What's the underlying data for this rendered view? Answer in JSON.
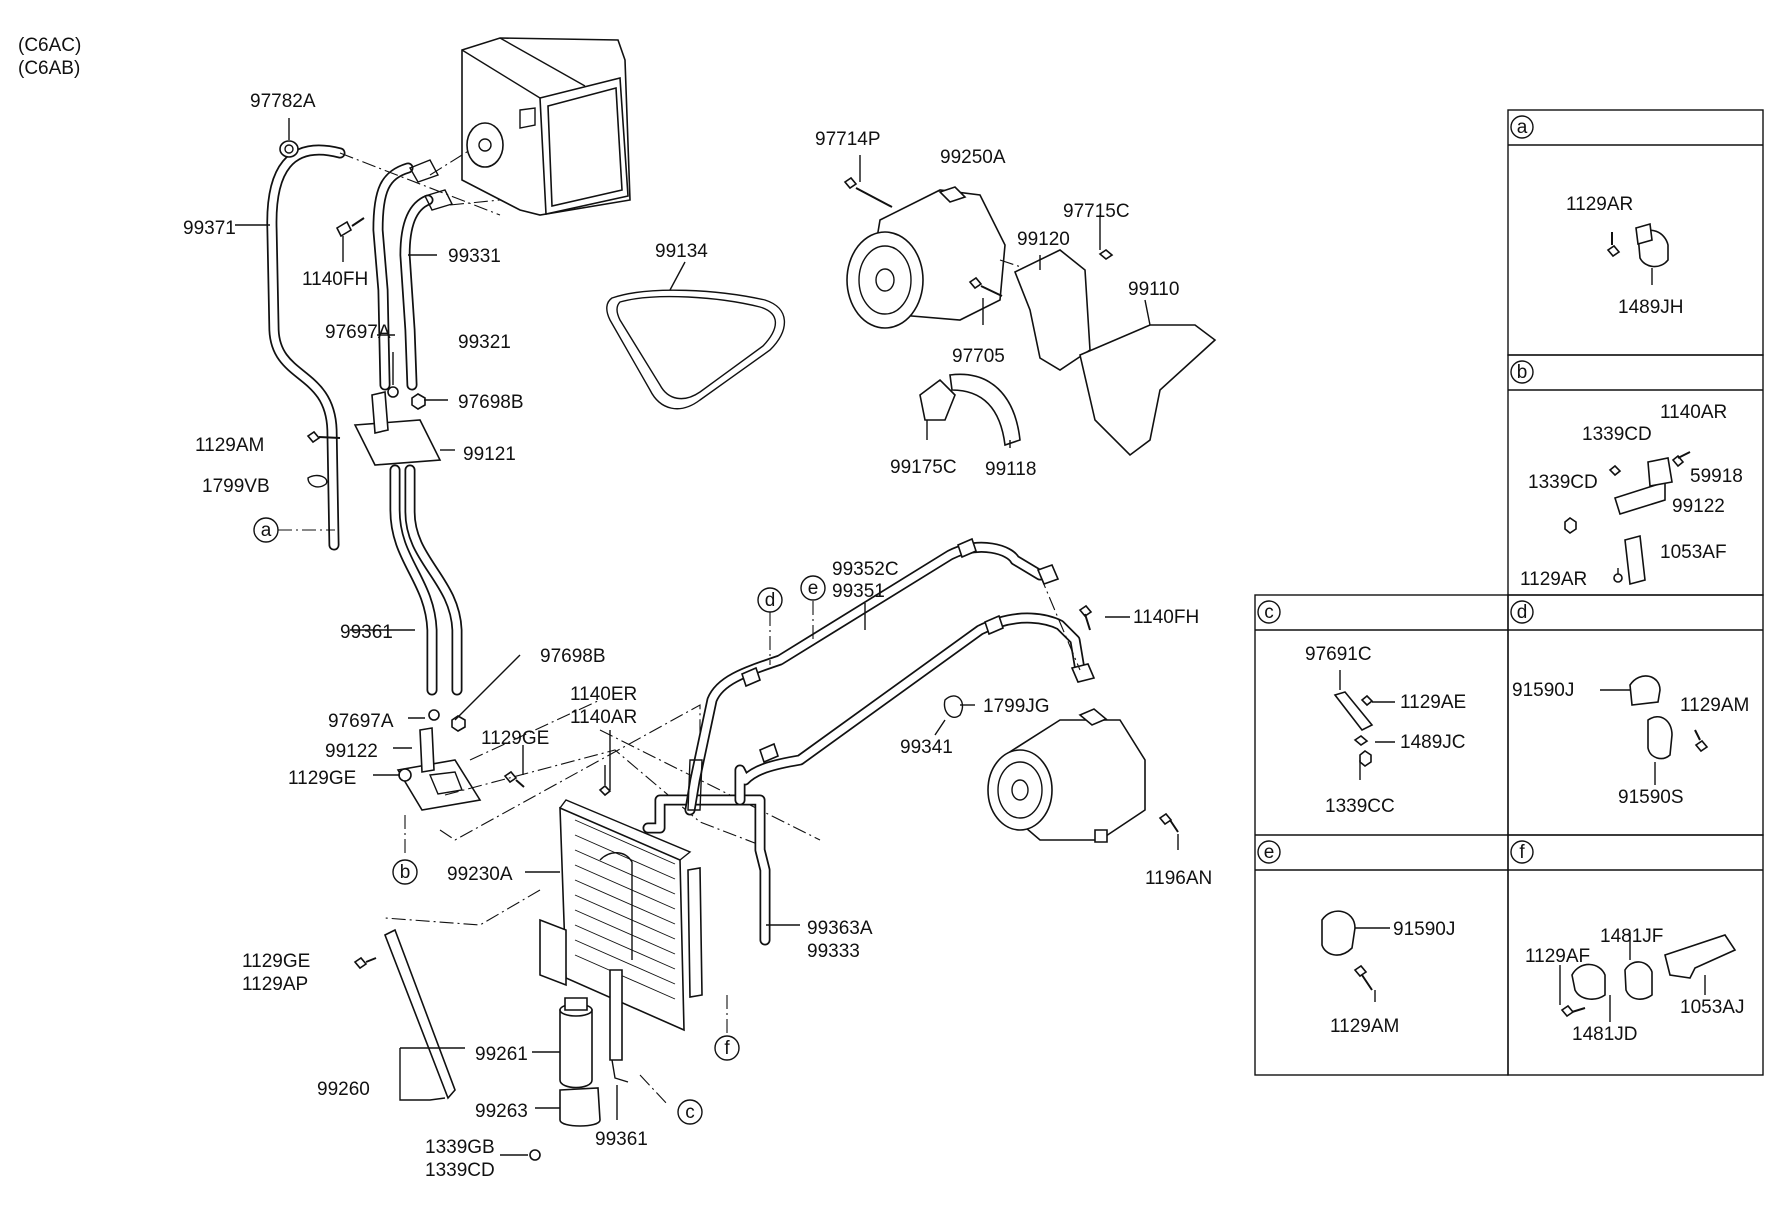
{
  "models": [
    "(C6AC)",
    "(C6AB)"
  ],
  "labels": {
    "l_97782A": "97782A",
    "l_99371": "99371",
    "l_1140FH_top": "1140FH",
    "l_99331": "99331",
    "l_97697A_top": "97697A",
    "l_99321": "99321",
    "l_97698B_top": "97698B",
    "l_1129AM": "1129AM",
    "l_99121": "99121",
    "l_1799VB": "1799VB",
    "l_99361_upper": "99361",
    "l_97698B_mid": "97698B",
    "l_97697A_mid": "97697A",
    "l_99122": "99122",
    "l_1129GE_a": "1129GE",
    "l_1129GE_b": "1129GE",
    "l_1140ER": "1140ER",
    "l_1140AR": "1140AR",
    "l_99230A": "99230A",
    "l_1129GE_c": "1129GE",
    "l_1129AP": "1129AP",
    "l_99261": "99261",
    "l_99260": "99260",
    "l_99263": "99263",
    "l_1339GB": "1339GB",
    "l_1339CD": "1339CD",
    "l_99361_lower": "99361",
    "l_99363A": "99363A",
    "l_99333": "99333",
    "l_97714P": "97714P",
    "l_99250A": "99250A",
    "l_97715C": "97715C",
    "l_99120": "99120",
    "l_99110": "99110",
    "l_97705": "97705",
    "l_99175C": "99175C",
    "l_99118": "99118",
    "l_99134": "99134",
    "l_99352C": "99352C",
    "l_99351": "99351",
    "l_1140FH_right": "1140FH",
    "l_1799JG": "1799JG",
    "l_99341": "99341",
    "l_1196AN": "1196AN"
  },
  "callouts": {
    "a": "a",
    "b": "b",
    "c": "c",
    "d": "d",
    "e": "e",
    "f": "f"
  },
  "detail_panels": {
    "a": {
      "key": "a",
      "parts": [
        "1129AR",
        "1489JH"
      ]
    },
    "b": {
      "key": "b",
      "parts": [
        "1140AR",
        "1339CD",
        "59918",
        "1339CD",
        "99122",
        "1053AF",
        "1129AR"
      ]
    },
    "c": {
      "key": "c",
      "parts": [
        "97691C",
        "1129AE",
        "1489JC",
        "1339CC"
      ]
    },
    "d": {
      "key": "d",
      "parts": [
        "91590J",
        "1129AM",
        "91590S"
      ]
    },
    "e": {
      "key": "e",
      "parts": [
        "91590J",
        "1129AM"
      ]
    },
    "f": {
      "key": "f",
      "parts": [
        "1481JF",
        "1129AF",
        "1053AJ",
        "1481JD"
      ]
    }
  }
}
